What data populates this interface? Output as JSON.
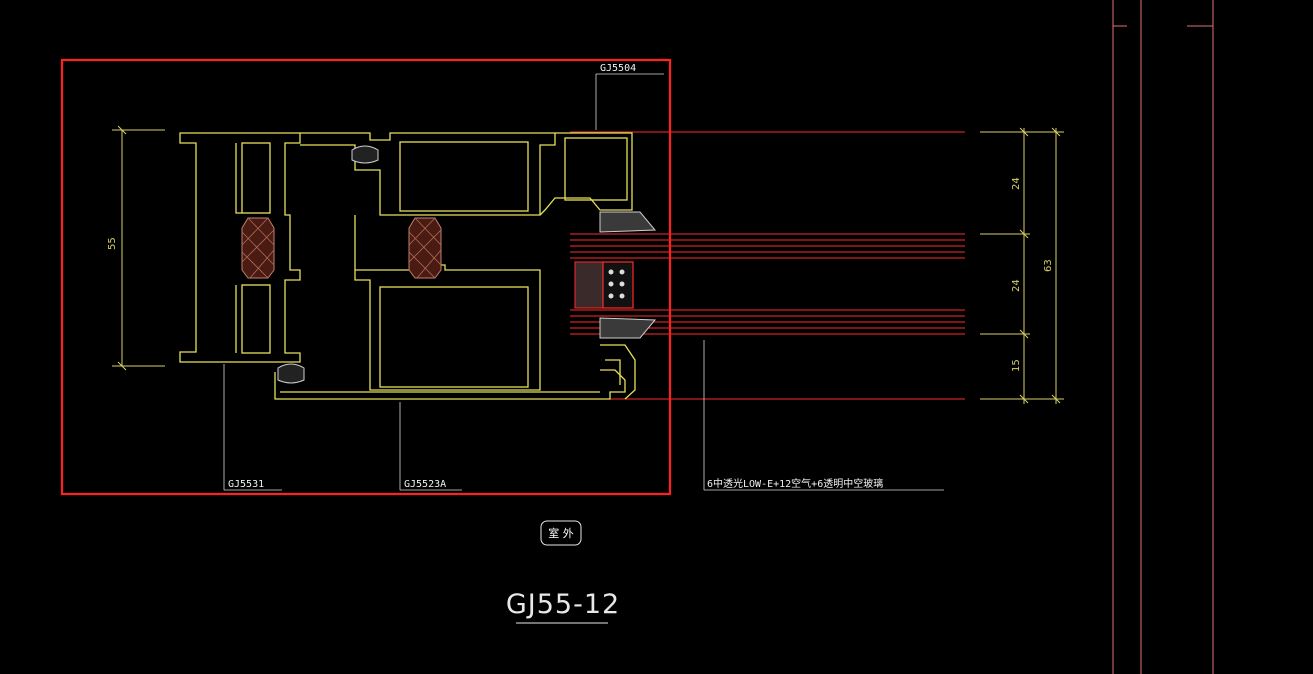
{
  "drawing": {
    "title": "GJ55-12",
    "location_tag": "室 外",
    "labels": {
      "top_profile": "GJ5504",
      "bottom_left_profile": "GJ5531",
      "bottom_mid_profile": "GJ5523A",
      "glass_spec": "6中透光LOW-E+12空气+6透明中空玻璃"
    },
    "dimensions": {
      "frame_height": "55",
      "seg_top": "24",
      "seg_mid": "24",
      "seg_bottom": "15",
      "total": "63"
    }
  },
  "colors": {
    "background": "#000000",
    "profile": "#e6e05a",
    "glass": "#ff2a2a",
    "dimension": "#d9d16a",
    "selection": "#ff2020",
    "text": "#f2f2f2"
  }
}
